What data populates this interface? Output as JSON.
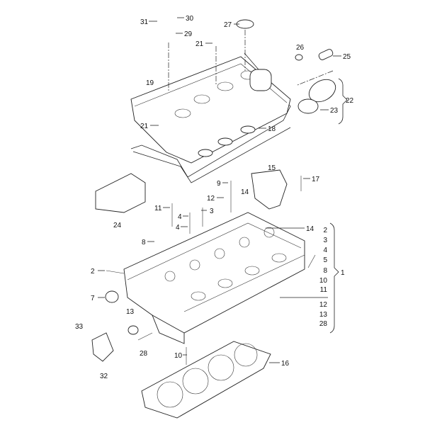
{
  "diagram": {
    "title": "Cylinder head and cylinder head cover exploded view",
    "callouts": {
      "c31": "31",
      "c30": "30",
      "c29": "29",
      "c27": "27",
      "c21a": "21",
      "c26": "26",
      "c25": "25",
      "c19": "19",
      "c22": "22",
      "c23": "23",
      "c21b": "21",
      "c18": "18",
      "c15": "15",
      "c17": "17",
      "c9": "9",
      "c12": "12",
      "c14a": "14",
      "c11": "11",
      "c4a": "4",
      "c3": "3",
      "c24": "24",
      "c4b": "4",
      "c14b": "14",
      "c8": "8",
      "c2": "2",
      "c7": "7",
      "c13": "13",
      "c33": "33",
      "c28": "28",
      "c32": "32",
      "c10": "10",
      "c16": "16"
    },
    "assembly_group": {
      "label": "1",
      "items": [
        "2",
        "3",
        "4",
        "5",
        "8",
        "10",
        "11",
        "12",
        "13",
        "28"
      ]
    }
  }
}
